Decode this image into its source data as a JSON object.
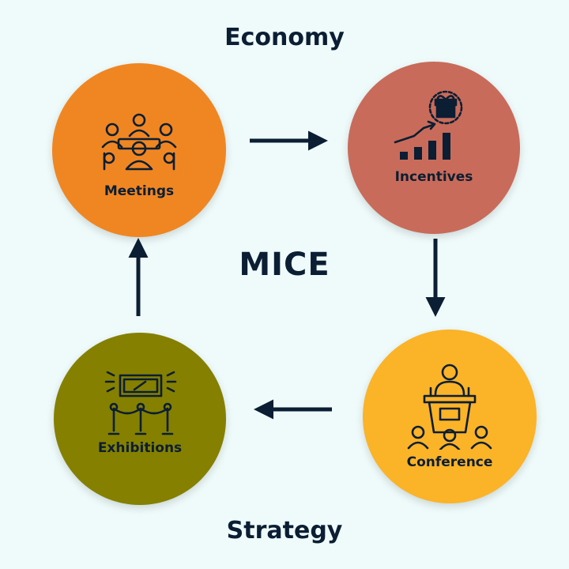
{
  "labels": {
    "top": "Economy",
    "center": "MICE",
    "bottom": "Strategy"
  },
  "nodes": {
    "meetings": {
      "label": "Meetings",
      "color": "#f08622"
    },
    "incentives": {
      "label": "Incentives",
      "color": "#c96b5a"
    },
    "conference": {
      "label": "Conference",
      "color": "#fbb327"
    },
    "exhibitions": {
      "label": "Exhibitions",
      "color": "#858000"
    }
  },
  "icons": {
    "meetings": "meeting-table-icon",
    "incentives": "growth-gift-icon",
    "conference": "podium-speaker-icon",
    "exhibitions": "exhibit-display-icon"
  },
  "colors": {
    "ink": "#0b1e33",
    "background": "#effbfb"
  }
}
